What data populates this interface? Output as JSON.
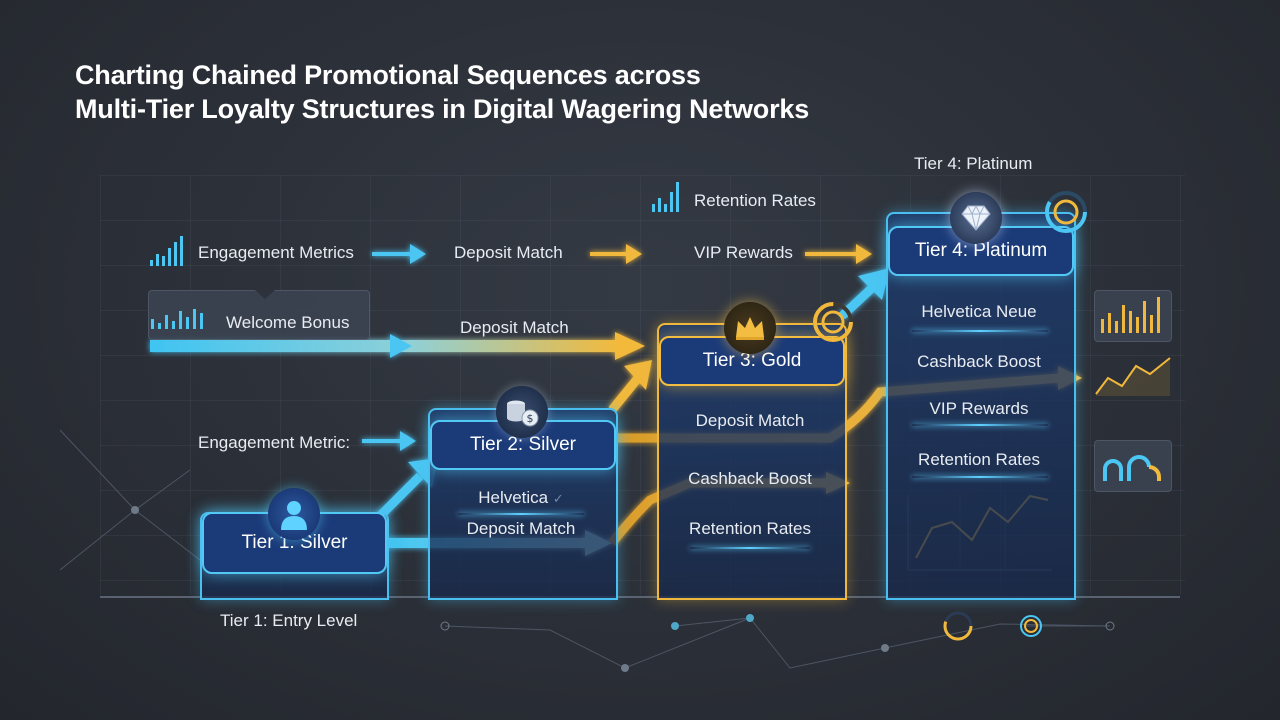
{
  "title": {
    "line1": "Charting Chained Promotional Sequences across",
    "line2": "Multi-Tier Loyalty Structures in Digital Wagering Networks"
  },
  "flow_labels": {
    "engagement_metrics": "Engagement Metrics",
    "deposit_match_top": "Deposit Match",
    "vip_rewards_top": "VIP Rewards",
    "retention_rates_top": "Retention Rates",
    "welcome_bonus": "Welcome Bonus",
    "deposit_match_mid": "Deposit Match",
    "engagement_metric_low": "Engagement Metric:"
  },
  "tiers": {
    "tier1": {
      "name": "Tier 1: Silver",
      "caption": "Tier 1: Entry Level"
    },
    "tier2": {
      "name": "Tier 2: Silver",
      "items": [
        "Helvetica",
        "Deposit Match"
      ]
    },
    "tier3": {
      "name": "Tier 3: Gold",
      "items": [
        "Deposit Match",
        "Cashback Boost",
        "Retention Rates"
      ]
    },
    "tier4": {
      "name": "Tier 4: Platinum",
      "caption": "Tier 4: Platinum",
      "items": [
        "Helvetica Neue",
        "Cashback Boost",
        "VIP Rewards",
        "Retention Rates"
      ]
    }
  },
  "icons": {
    "tier1": "user-icon",
    "tier2": "coins-icon",
    "tier3": "crown-icon",
    "tier4": "diamond-icon"
  },
  "colors": {
    "blue": "#49bff0",
    "gold": "#f0b83c",
    "box_fill": "#1b3a78",
    "background": "#2a2e36"
  }
}
